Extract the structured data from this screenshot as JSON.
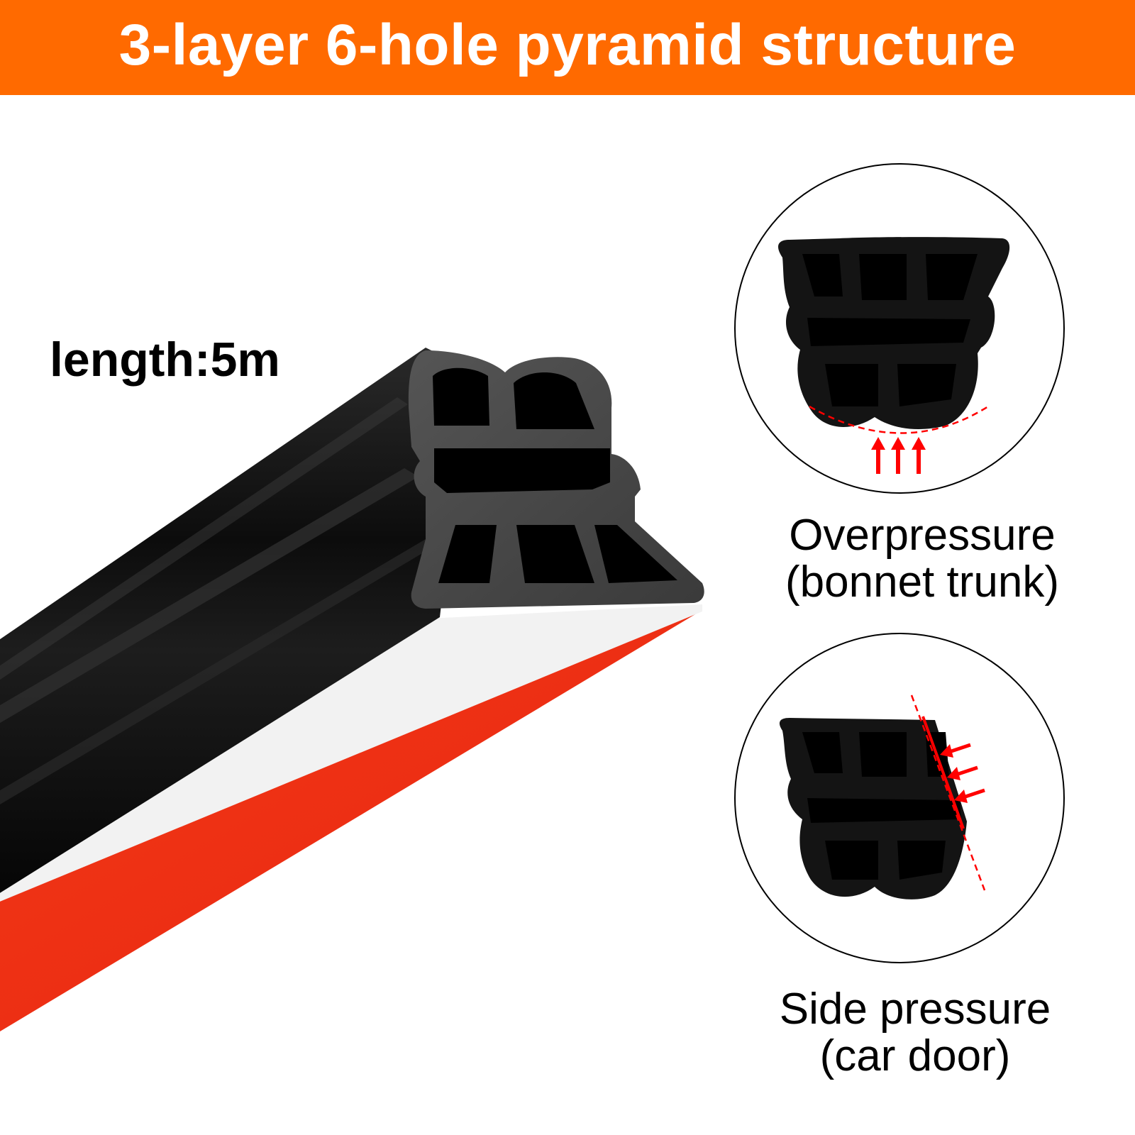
{
  "banner": {
    "title": "3-layer 6-hole pyramid structure",
    "background_color": "#ff6a00",
    "text_color": "#ffffff"
  },
  "product": {
    "length_label": "length:5m",
    "strip_color": "#0a0a0a",
    "adhesive_color": "#ee2a12"
  },
  "diagrams": [
    {
      "caption_line1": "Overpressure",
      "caption_line2": "(bonnet trunk)",
      "arrow_color": "#ff0000"
    },
    {
      "caption_line1": "Side pressure",
      "caption_line2": "(car door)",
      "arrow_color": "#ff0000"
    }
  ]
}
